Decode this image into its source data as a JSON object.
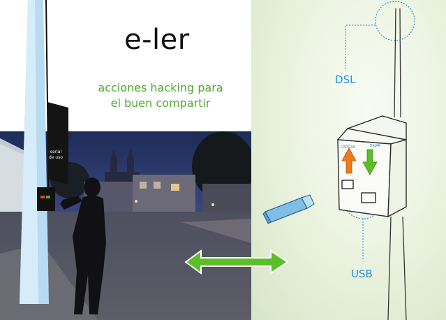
{
  "header": {
    "title": "e-ler",
    "subtitle_line1": "acciones hacking para",
    "subtitle_line2": "el buen compartir"
  },
  "sign": {
    "line1": "serial",
    "line2": "de uso"
  },
  "sketch": {
    "label_top": "DSL",
    "label_bottom": "USB",
    "device_left_label": "CARGAR",
    "device_right_label": "BAJAR"
  },
  "colors": {
    "accent_green": "#4fa832",
    "accent_blue": "#2a93d5",
    "arrow_green": "#5cbf2a",
    "arrow_orange": "#ef7a1a"
  }
}
